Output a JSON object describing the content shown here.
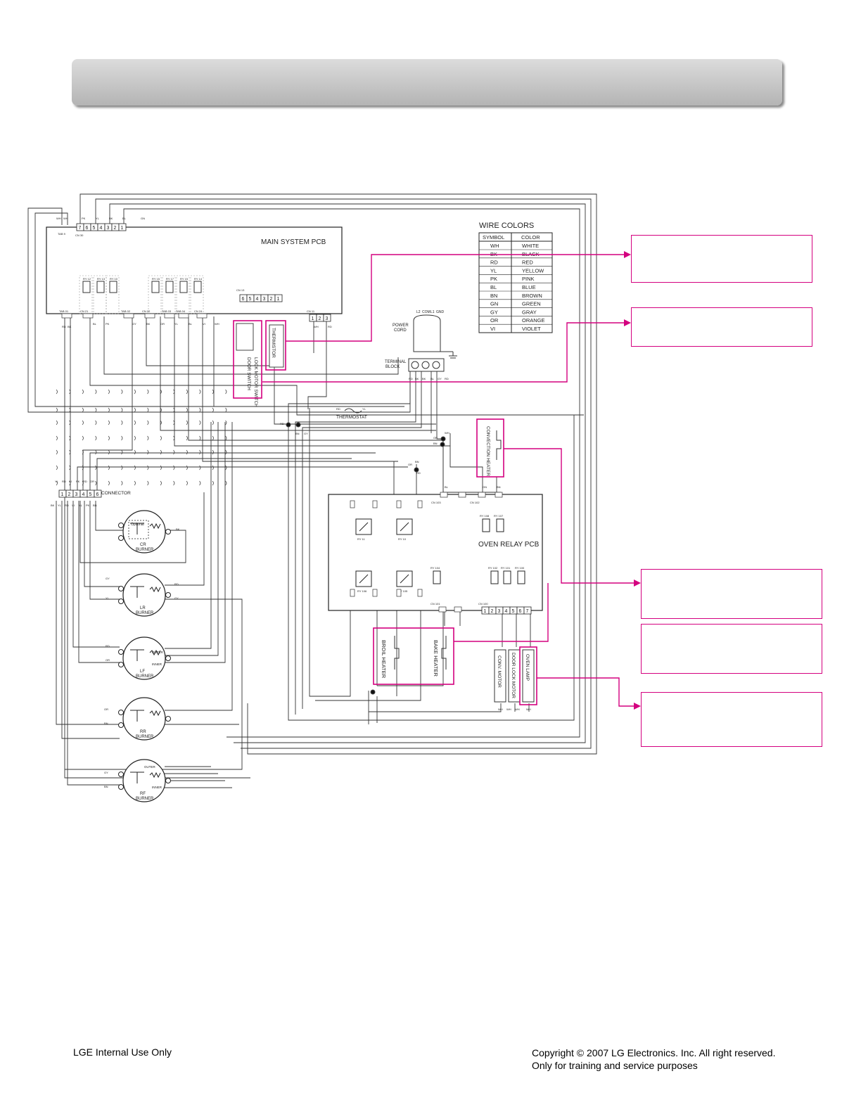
{
  "header": {
    "title": ""
  },
  "pcbs": {
    "main": "MAIN SYSTEM PCB",
    "oven_relay": "OVEN RELAY PCB"
  },
  "wire_colors": {
    "title": "WIRE COLORS",
    "header": {
      "symbol": "SYMBOL",
      "color": "COLOR"
    },
    "rows": [
      {
        "symbol": "WH",
        "color": "WHITE"
      },
      {
        "symbol": "BK",
        "color": "BLACK"
      },
      {
        "symbol": "RD",
        "color": "RED"
      },
      {
        "symbol": "YL",
        "color": "YELLOW"
      },
      {
        "symbol": "PK",
        "color": "PINK"
      },
      {
        "symbol": "BL",
        "color": "BLUE"
      },
      {
        "symbol": "BN",
        "color": "BROWN"
      },
      {
        "symbol": "GN",
        "color": "GREEN"
      },
      {
        "symbol": "GY",
        "color": "GRAY"
      },
      {
        "symbol": "OR",
        "color": "ORANGE"
      },
      {
        "symbol": "VI",
        "color": "VIOLET"
      }
    ]
  },
  "components": {
    "power_cord": [
      "POWER",
      "CORD"
    ],
    "terminal_block": [
      "TERMINAL",
      "BLOCK"
    ],
    "terminal_labels": [
      "L2",
      "COM",
      "L1",
      "GND"
    ],
    "thermostat": "THERMOSTAT",
    "thermistor": "THERMISTOR",
    "lock_switch": "LOCK MOTOR SWITCH",
    "door_switch": "DOOR SWITCH",
    "convection_heater": "CONVECTION HEATER",
    "broil_heater": "BROIL HEATER",
    "bake_heater": "BAKE HEATER",
    "conv_motor": "CONV. MOTOR",
    "door_lock_motor": "DOOR LOCK MOTOR",
    "oven_lamp": "OVEN LAMP",
    "connector": "CONNECTOR",
    "optional": "Optional",
    "outer": "OUTER",
    "inner": "INNER",
    "burners": [
      [
        "CR",
        "BURNER"
      ],
      [
        "LR",
        "BURNER"
      ],
      [
        "LF",
        "BURNER"
      ],
      [
        "RR",
        "BURNER"
      ],
      [
        "RF",
        "BURNER"
      ]
    ]
  },
  "connectors": {
    "main_top": "CN 30",
    "main_top_pins": [
      "7",
      "6",
      "5",
      "4",
      "3",
      "2",
      "1"
    ],
    "tab9": "TAB 9",
    "cn13": "CN 13",
    "cn13_pins": [
      "6",
      "5",
      "4",
      "3",
      "2",
      "1"
    ],
    "cn11": "CN 11",
    "cn11_pins": [
      "1",
      "2",
      "3"
    ],
    "main_bottom": [
      "TAB 01",
      "CN 21",
      "TAB 02",
      "CN 22",
      "TAB 03",
      "TAB 04",
      "CN 24"
    ],
    "relays_main": [
      "RY 12",
      "RY 13",
      "RY 10",
      "RY 15",
      "RY 17",
      "RY 15",
      "RY 14"
    ],
    "connector_pins": [
      "1",
      "2",
      "3",
      "4",
      "5",
      "6"
    ],
    "oven_cn": [
      "CN 103",
      "CN 102",
      "CN 101",
      "CN 100"
    ],
    "cn100_pins": [
      "1",
      "2",
      "3",
      "4",
      "5",
      "6",
      "7"
    ],
    "oven_relays": [
      "RY 11",
      "RY 10",
      "RY 106",
      "RY 105",
      "RY 104",
      "RY 102",
      "RY 101",
      "RY 100",
      "RY 108",
      "RY 107"
    ]
  },
  "wire_labels": [
    "WH",
    "WH",
    "PK",
    "YL",
    "BK",
    "BL",
    "GN",
    "RD",
    "BK",
    "BL",
    "PK",
    "GY",
    "BK",
    "OR",
    "YL",
    "BL",
    "VI",
    "WH",
    "WH",
    "RD",
    "WH",
    "OR",
    "WH",
    "WH",
    "RD",
    "RD",
    "BK",
    "BK",
    "BL",
    "GY",
    "RD",
    "RD",
    "YL",
    "RD",
    "VI",
    "BN",
    "GY",
    "OR",
    "BN",
    "WH",
    "BN",
    "OR",
    "RD",
    "BL",
    "GN",
    "BN",
    "YL",
    "RD",
    "VI",
    "PK",
    "RD",
    "OR",
    "BK",
    "YL",
    "RD",
    "VI",
    "YL",
    "PK",
    "BN",
    "BK",
    "GY",
    "YL",
    "RD",
    "OR",
    "RD",
    "GY",
    "OR",
    "BN",
    "GY",
    "BN",
    "WH",
    "WH",
    "WH",
    "WH"
  ],
  "footer": {
    "left": "LGE Internal Use Only",
    "right_line1": "Copyright © 2007 LG Electronics. Inc. All right reserved.",
    "right_line2": "Only for training and service purposes"
  },
  "colors": {
    "callout": "#d4007f",
    "wire": "#333333"
  }
}
